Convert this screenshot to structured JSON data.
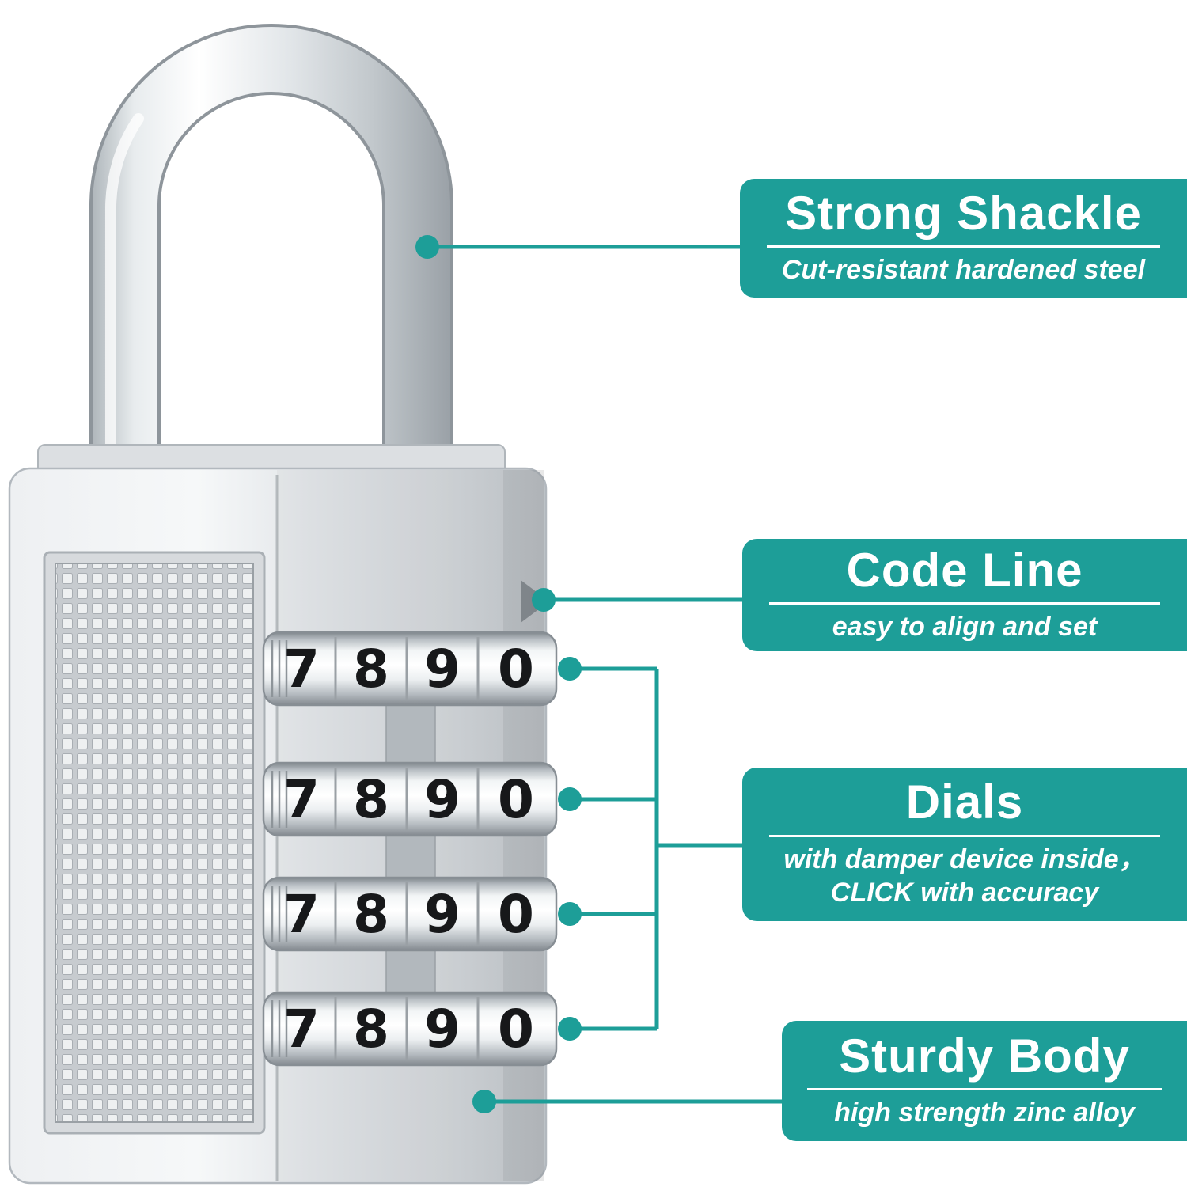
{
  "lock": {
    "dial_count": 4,
    "dial_digits": [
      "7",
      "8",
      "9",
      "0"
    ]
  },
  "callouts": {
    "shackle": {
      "title": "Strong Shackle",
      "subtitle": "Cut-resistant hardened steel"
    },
    "code_line": {
      "title": "Code Line",
      "subtitle": "easy to align and set"
    },
    "dials": {
      "title": "Dials",
      "subtitle": "with damper device inside，\nCLICK with accuracy"
    },
    "body": {
      "title": "Sturdy Body",
      "subtitle": "high strength zinc alloy"
    }
  },
  "colors": {
    "accent": "#1d9e98",
    "callout_text": "#ffffff",
    "lock_silver": "#d9dcdf"
  }
}
